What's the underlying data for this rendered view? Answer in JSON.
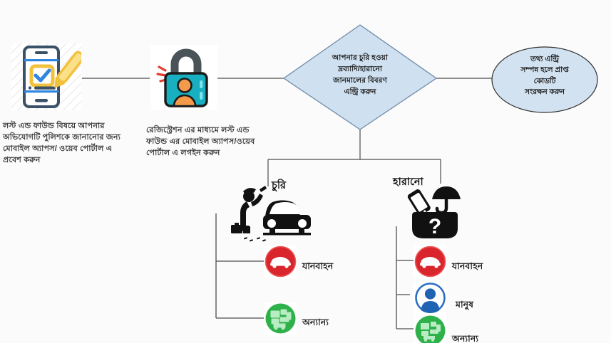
{
  "diagram": {
    "title": "Lost and Found reporting flow",
    "background_color": "#fbfbfb",
    "line_color": "#4d4d4d"
  },
  "steps": [
    {
      "id": "step-mobile-app",
      "icon": "mobile-checklist-icon",
      "caption": "লস্ট এন্ড ফাউন্ড বিষয়ে  আপনার অভিযোগটি পুলিশকে জানানোর জন্য মোবাইল অ্যাপস/ ওয়েব পোর্টাল এ প্রবেশ করুন"
    },
    {
      "id": "step-registration-login",
      "icon": "unlocked-padlock-user-icon",
      "caption": "রেজিস্ট্রেশন এর মাধ্যমে লস্ট এন্ড ফাউন্ড এর মোবাইল অ্যাপস/ওয়েব পোর্টাল এ লগইন করুন"
    }
  ],
  "decision": {
    "id": "decision-entry-details",
    "shape": "diamond",
    "fill": "#cfe0f0",
    "stroke": "#6f8aa8",
    "lines": [
      "আপনার চুরি হওয়া",
      "দ্রব্যাদি/হারানো",
      "জানমালের বিবরণ",
      "এন্ট্রি করুন"
    ]
  },
  "terminator": {
    "id": "terminator-save-code",
    "shape": "ellipse",
    "fill": "#d3e2f1",
    "stroke": "#2f2f2f",
    "lines": [
      "তথ্য এন্ট্রি",
      "সম্পন্ন হলে প্রাপ্ত",
      "কোডটি",
      "সংরক্ষন করুন"
    ]
  },
  "branches": [
    {
      "id": "branch-theft",
      "heading": "চুরি",
      "icon": "car-theft-icon",
      "items": [
        {
          "label": "যানবাহন",
          "icon": "vehicle-badge-icon",
          "color": "#d9262c"
        },
        {
          "label": "অন্যান্য",
          "icon": "others-badge-icon",
          "color": "#2eb14b"
        }
      ]
    },
    {
      "id": "branch-lost",
      "heading": "হারানো",
      "icon": "lost-bag-question-icon",
      "items": [
        {
          "label": "যানবাহন",
          "icon": "vehicle-badge-icon",
          "color": "#d9262c"
        },
        {
          "label": "মানুষ",
          "icon": "person-badge-icon",
          "color": "#1f63b5"
        },
        {
          "label": "অন্যান্য",
          "icon": "others-badge-icon",
          "color": "#2eb14b"
        }
      ]
    }
  ]
}
